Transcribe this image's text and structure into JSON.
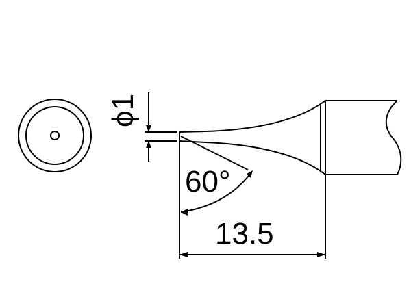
{
  "drawing": {
    "diameter_label": "ϕ1",
    "angle_label": "60°",
    "length_label": "13.5"
  },
  "colors": {
    "line": "#000000",
    "background": "#ffffff"
  }
}
